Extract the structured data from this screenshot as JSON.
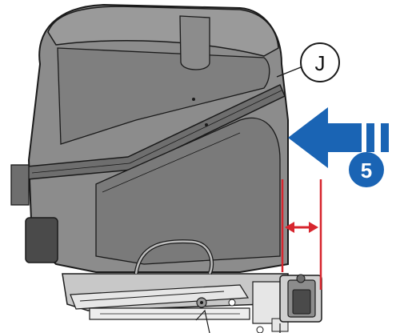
{
  "callout": {
    "label": "J"
  },
  "step": {
    "number": "5"
  },
  "colors": {
    "seat_fill": "#8c8c8c",
    "seat_dark": "#6e6e6e",
    "outline": "#1a1a1a",
    "accent_blue": "#1a64b4",
    "clearance_red": "#d7262e",
    "base_fill": "#c8c8c8"
  },
  "icons": [
    "push-arrow-icon",
    "clearance-arrow-icon",
    "callout-circle"
  ]
}
